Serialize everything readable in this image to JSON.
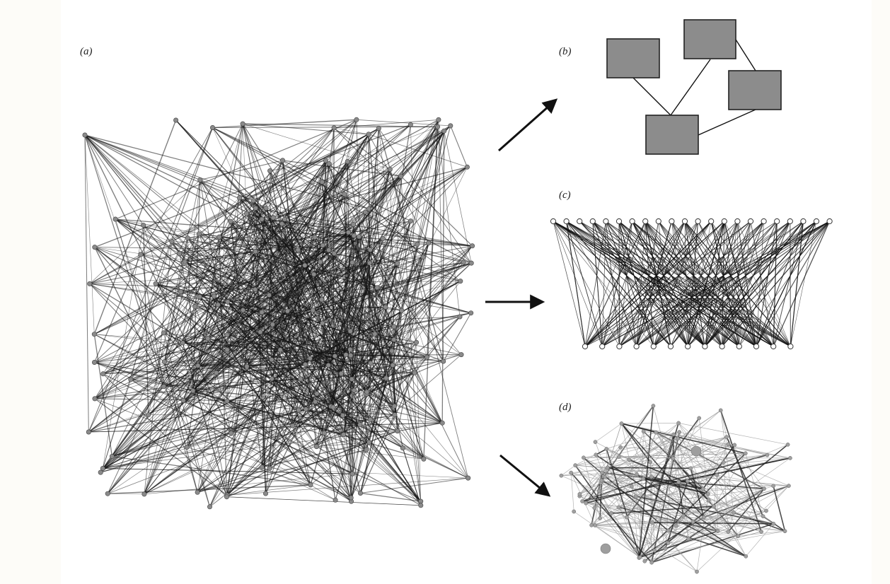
{
  "panels": {
    "a": {
      "label": "(a)"
    },
    "b": {
      "label": "(b)"
    },
    "c": {
      "label": "(c)"
    },
    "d": {
      "label": "(d)"
    }
  },
  "colors": {
    "background": "#ffffff",
    "margin": "#fdfcf8",
    "edge_dark": "#1a1a1a",
    "node_gray": "#808080",
    "box_fill": "#8c8c8c",
    "box_stroke": "#222222",
    "edge_light": "#9a9a9a"
  },
  "diagram": {
    "panel_b_boxes": 4,
    "panel_b_links": 4,
    "panel_c_top_nodes": 22,
    "panel_c_bottom_nodes": 13,
    "arrows": 3
  }
}
